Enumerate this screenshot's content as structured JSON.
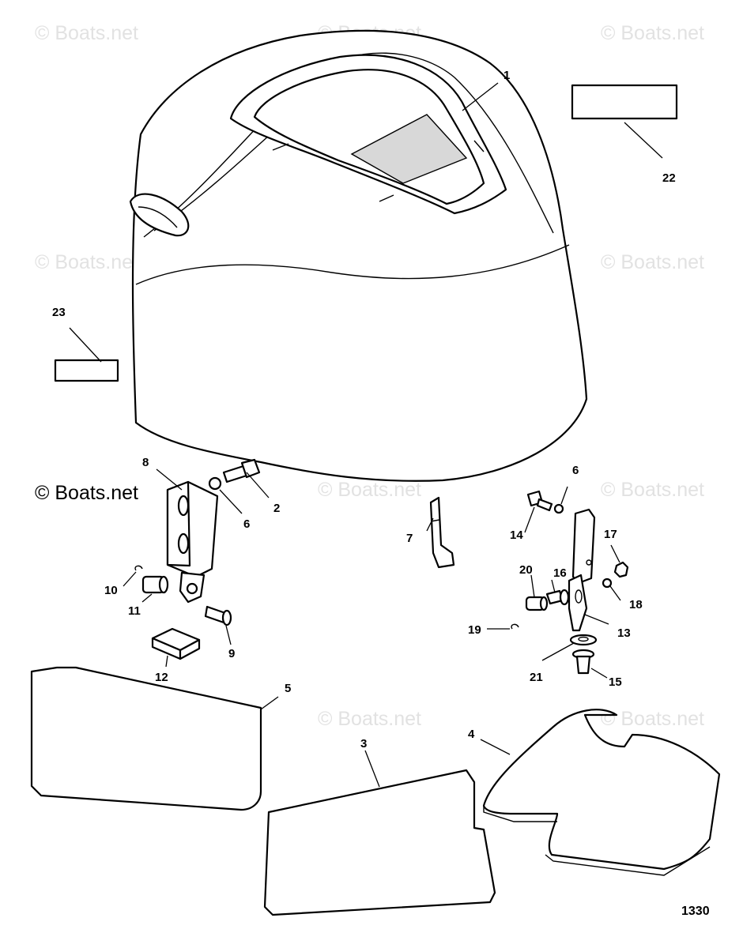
{
  "watermark": {
    "text": "© Boats.net",
    "color": "#e2e2e2"
  },
  "copyright": {
    "text": "© Boats.net"
  },
  "figure_number": "1330",
  "callouts": {
    "c1": "1",
    "c2": "2",
    "c3": "3",
    "c4": "4",
    "c5": "5",
    "c6a": "6",
    "c6b": "6",
    "c7": "7",
    "c8": "8",
    "c9": "9",
    "c10": "10",
    "c11": "11",
    "c12": "12",
    "c13": "13",
    "c14": "14",
    "c15": "15",
    "c16": "16",
    "c17": "17",
    "c18": "18",
    "c19": "19",
    "c20": "20",
    "c21": "21",
    "c22": "22",
    "c23": "23"
  }
}
